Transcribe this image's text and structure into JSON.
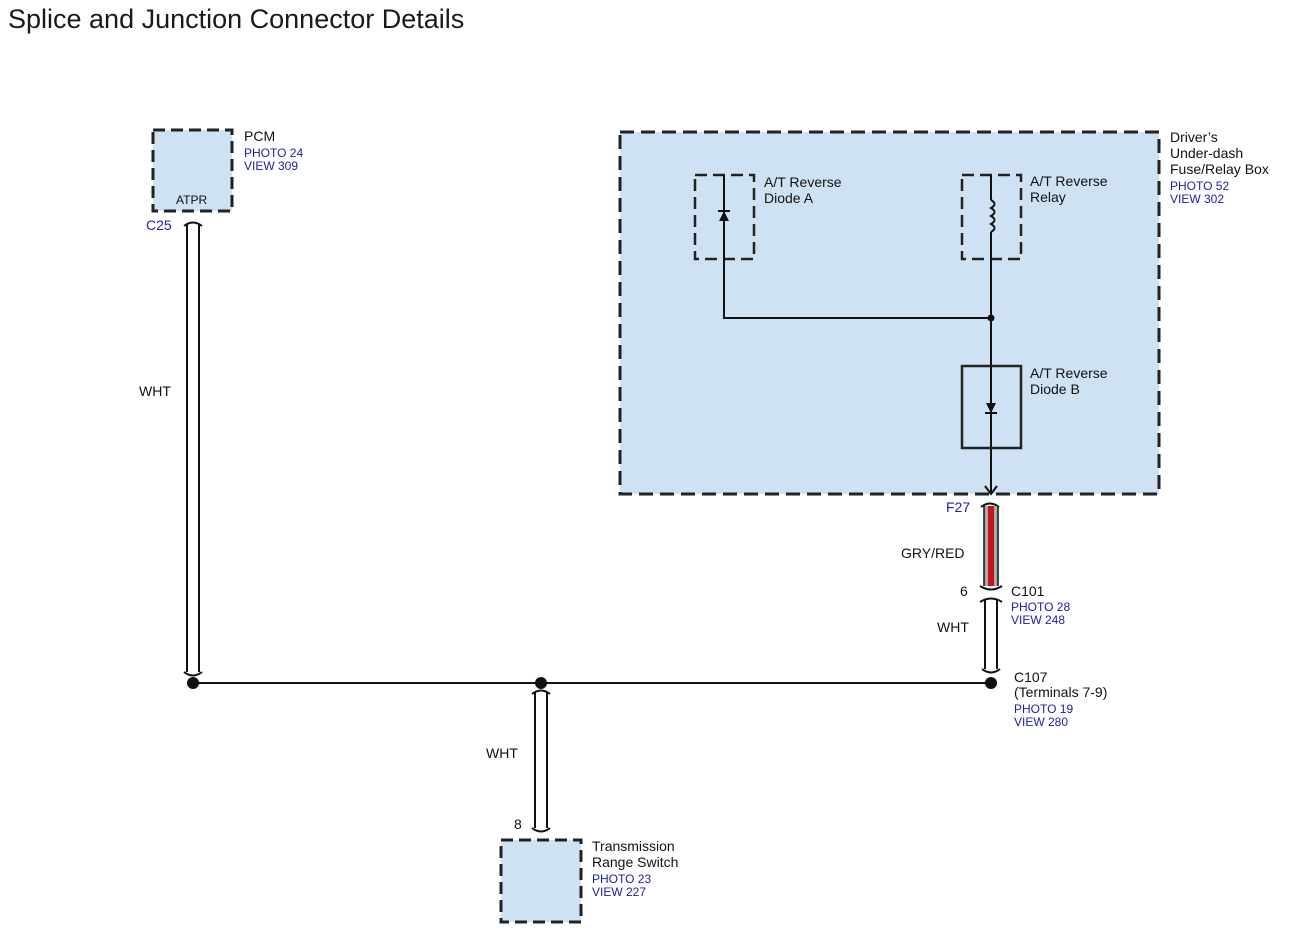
{
  "page": {
    "title": "Splice and Junction Connector Details"
  },
  "components": {
    "pcm": {
      "name": "PCM",
      "photo": "PHOTO 24",
      "view": "VIEW 309",
      "pin": "ATPR",
      "connector": "C25"
    },
    "fuse_box": {
      "name_line1": "Driver’s",
      "name_line2": "Under-dash",
      "name_line3": "Fuse/Relay Box",
      "photo": "PHOTO 52",
      "view": "VIEW 302",
      "connector": "F27"
    },
    "diode_a": {
      "line1": "A/T Reverse",
      "line2": "Diode A"
    },
    "relay": {
      "line1": "A/T Reverse",
      "line2": "Relay"
    },
    "diode_b": {
      "line1": "A/T Reverse",
      "line2": "Diode B"
    },
    "c101": {
      "name": "C101",
      "pin": "6",
      "photo": "PHOTO 28",
      "view": "VIEW 248"
    },
    "c107": {
      "name": "C107",
      "detail": "(Terminals 7-9)",
      "photo": "PHOTO 19",
      "view": "VIEW 280"
    },
    "trs": {
      "name_line1": "Transmission",
      "name_line2": "Range Switch",
      "photo": "PHOTO 23",
      "view": "VIEW 227",
      "pin": "8"
    }
  },
  "wires": {
    "pcm_wire": "WHT",
    "fuse_wire": "GRY/RED",
    "c101_wire": "WHT",
    "trs_wire": "WHT"
  },
  "colors": {
    "component_fill": "#cfe2f3",
    "link_blue": "#1c1ca8",
    "wire_red": "#c0161c",
    "wire_grey": "#a9a9a9"
  }
}
